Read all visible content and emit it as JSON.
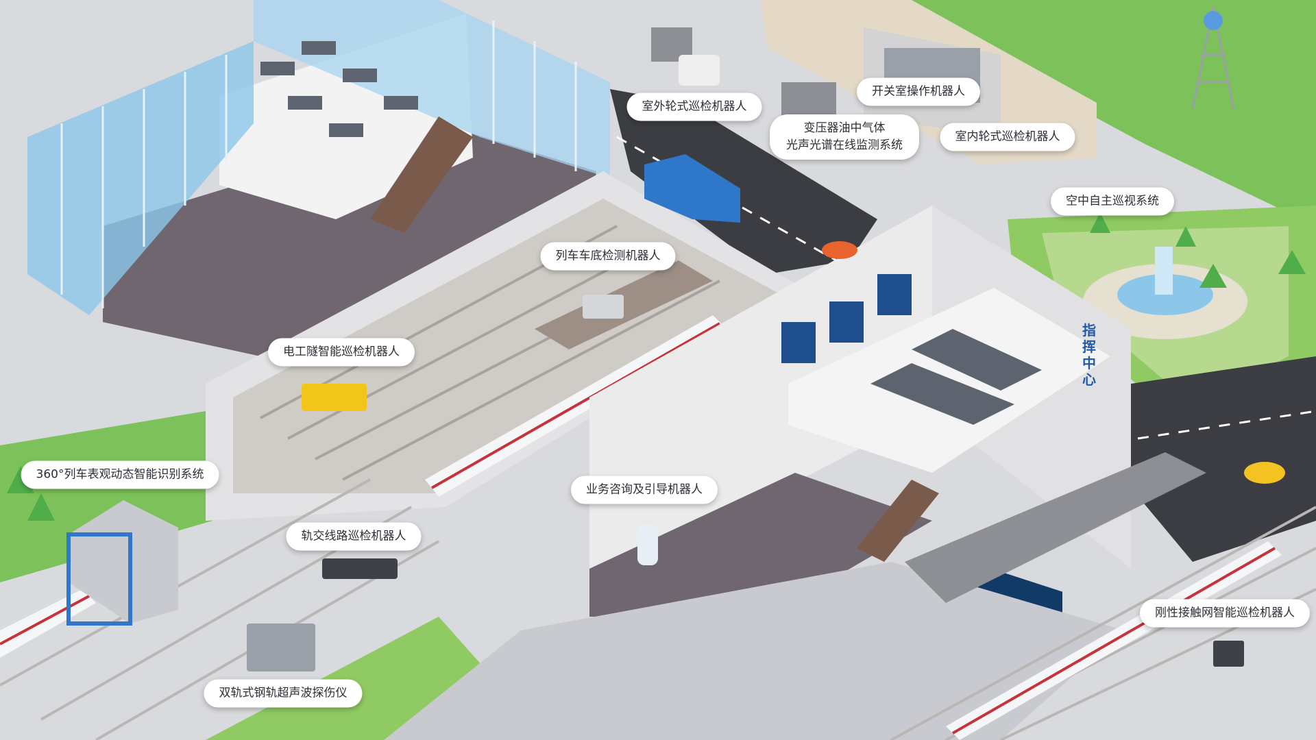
{
  "colors": {
    "ground": "#d9dade",
    "grass": "#7cc15a",
    "grass_light": "#a6d87b",
    "road": "#3b3d42",
    "floor": "#6f6670",
    "wall": "#eceded",
    "glass": "#8cc7ea",
    "track": "#b9b6b3",
    "train_stripe": "#c6333a",
    "screen": "#123a66",
    "bus": "#2f77c8",
    "car_orange": "#e8632d",
    "car_yellow": "#f4c221",
    "robot_yellow": "#f2c51b",
    "hub_text": "#1f5aa8"
  },
  "hub_sign": {
    "chars": [
      "指",
      "挥",
      "中",
      "心"
    ]
  },
  "labels": {
    "outdoor_wheeled_robot": "室外轮式巡检机器人",
    "switch_room_robot": "开关室操作机器人",
    "transformer_monitor_line1": "变压器油中气体",
    "transformer_monitor_line2": "光声光谱在线监测系统",
    "indoor_wheeled_robot": "室内轮式巡检机器人",
    "aerial_patrol": "空中自主巡视系统",
    "undercarriage_robot": "列车车底检测机器人",
    "tunnel_robot": "电工隧智能巡检机器人",
    "train_360": "360°列车表观动态智能识别系统",
    "service_robot": "业务咨询及引导机器人",
    "track_robot": "轨交线路巡检机器人",
    "rigid_catenary_robot": "刚性接触网智能巡检机器人",
    "ultrasonic_rail_detector": "双轨式钢轨超声波探伤仪"
  }
}
